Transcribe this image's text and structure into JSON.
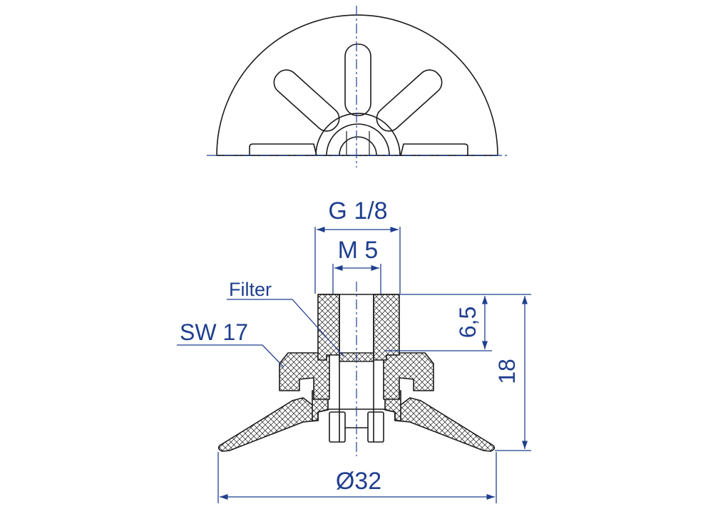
{
  "labels": {
    "thread_outer": "G 1/8",
    "thread_inner": "M 5",
    "filter": "Filter",
    "wrench_size": "SW 17",
    "thread_depth": "6,5",
    "height": "18",
    "diameter": "Ø32"
  },
  "colors": {
    "dimension": "#1f3f8f",
    "outline": "#1a1a1a"
  }
}
